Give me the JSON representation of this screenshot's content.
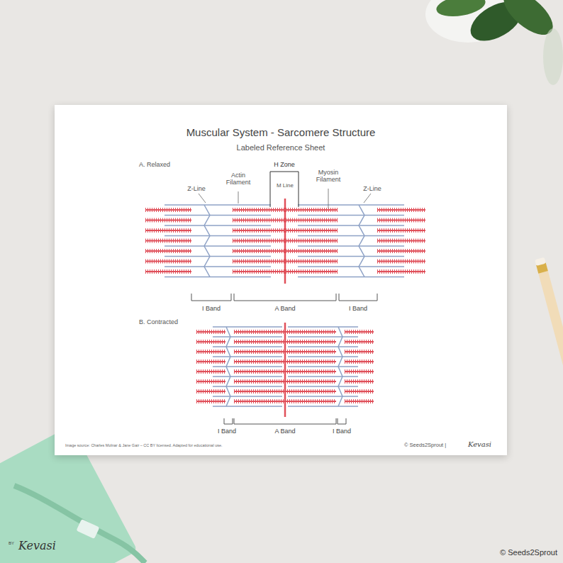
{
  "diagram": {
    "title": "Muscular System - Sarcomere Structure",
    "labels": [
      "Labeled Reference Sheet",
      "A. Relaxed",
      "H Zone",
      "Actin Filament",
      "M Line",
      "Myosin Filament",
      "Z-Line",
      "Z-Line",
      "I Band",
      "A Band",
      "I Band",
      "B. Contracted",
      "I Band",
      "A Band",
      "I Band",
      "Image source: Charles Molnar & Jane Gair – CC BY licensed. Adapted for educational use.",
      "© Seeds2Sprout |",
      "Kevasi",
      "BY",
      "Kevasi",
      "© Seeds2Sprout"
    ]
  }
}
